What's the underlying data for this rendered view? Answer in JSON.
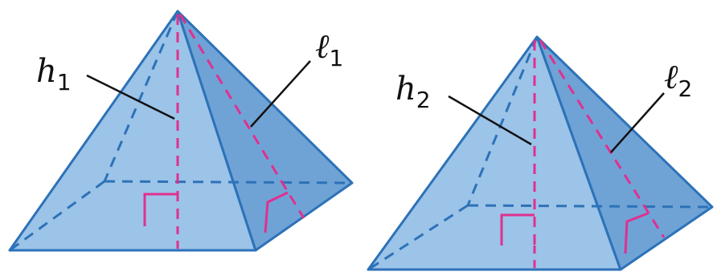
{
  "figure": {
    "pyramid_1": {
      "height_label": {
        "base": "h",
        "sub": "1"
      },
      "slant_label": {
        "base": "ℓ",
        "sub": "1"
      }
    },
    "pyramid_2": {
      "height_label": {
        "base": "h",
        "sub": "2"
      },
      "slant_label": {
        "base": "ℓ",
        "sub": "2"
      }
    }
  },
  "colors": {
    "face_front": "#9cc3e8",
    "face_right": "#6fa3d6",
    "face_left_hidden": "#b9d5f0",
    "edge": "#2d72b8",
    "height_and_slant": "#e0308f",
    "leader_line": "#111111"
  }
}
